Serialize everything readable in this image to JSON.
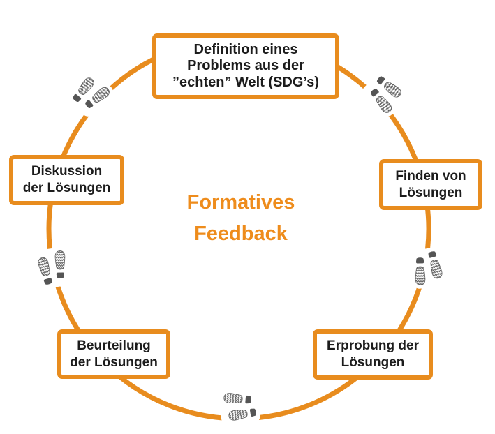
{
  "diagram": {
    "type": "cycle",
    "center_title": "Formatives\nFeedback",
    "colors": {
      "accent_orange": "#E88C1E",
      "center_title_orange": "#EE8C1C",
      "footprint_gray": "#5a5a5a",
      "text_black": "#1c1c1c",
      "background": "#ffffff"
    },
    "stages": [
      {
        "name": "definition",
        "label": "Definition eines\nProblems aus der\n”echten” Welt (SDG’s)"
      },
      {
        "name": "finden",
        "label": "Finden von\nLösungen"
      },
      {
        "name": "erprobung",
        "label": "Erprobung der\nLösungen"
      },
      {
        "name": "beurteilung",
        "label": "Beurteilung\nder Lösungen"
      },
      {
        "name": "diskussion",
        "label": "Diskussion\nder Lösungen"
      }
    ],
    "icons": {
      "footsteps": {
        "meaning": "walking footsteps, clockwise direction around the cycle",
        "positions": [
          "top-left",
          "top-right",
          "right",
          "bottom",
          "left"
        ]
      }
    }
  }
}
